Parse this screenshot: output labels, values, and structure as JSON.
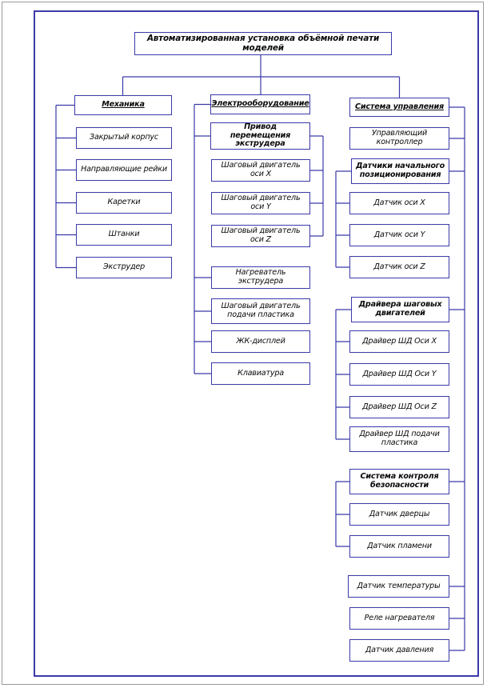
{
  "title": "Автоматизированная установка объёмной печати моделей",
  "colors": {
    "line_blue": "#3a3aa8",
    "text": "#0a0a0a"
  },
  "columns": {
    "mechanics": {
      "header": "Механика",
      "items": [
        "Закрытый корпус",
        "Направляющие рейки",
        "Каретки",
        "Штанки",
        "Экструдер"
      ]
    },
    "electrical": {
      "header": "Электрооборудование",
      "drive_group": {
        "header": "Привод перемещения экструдера",
        "items": [
          "Шаговый двигатель оси X",
          "Шаговый двигатель оси Y",
          "Шаговый двигатель оси Z"
        ]
      },
      "items": [
        "Нагреватель экструдера",
        "Шаговый двигатель подачи пластика",
        "ЖК-дисплей",
        "Клавиатура"
      ]
    },
    "control": {
      "header": "Система управления",
      "controller": "Управляющий контроллер",
      "positioning_group": {
        "header": "Датчики начального позиционирования",
        "items": [
          "Датчик оси X",
          "Датчик оси Y",
          "Датчик оси Z"
        ]
      },
      "drivers_group": {
        "header": "Драйвера шаговых двигателей",
        "items": [
          "Драйвер ШД Оси X",
          "Драйвер ШД Оси Y",
          "Драйвер ШД Оси Z",
          "Драйвер ШД подачи пластика"
        ]
      },
      "safety_group": {
        "header": "Система контроля безопасности",
        "items": [
          "Датчик дверцы",
          "Датчик пламени"
        ]
      },
      "items_bottom": [
        "Датчик температуры",
        "Реле нагревателя",
        "Датчик давления"
      ]
    }
  }
}
